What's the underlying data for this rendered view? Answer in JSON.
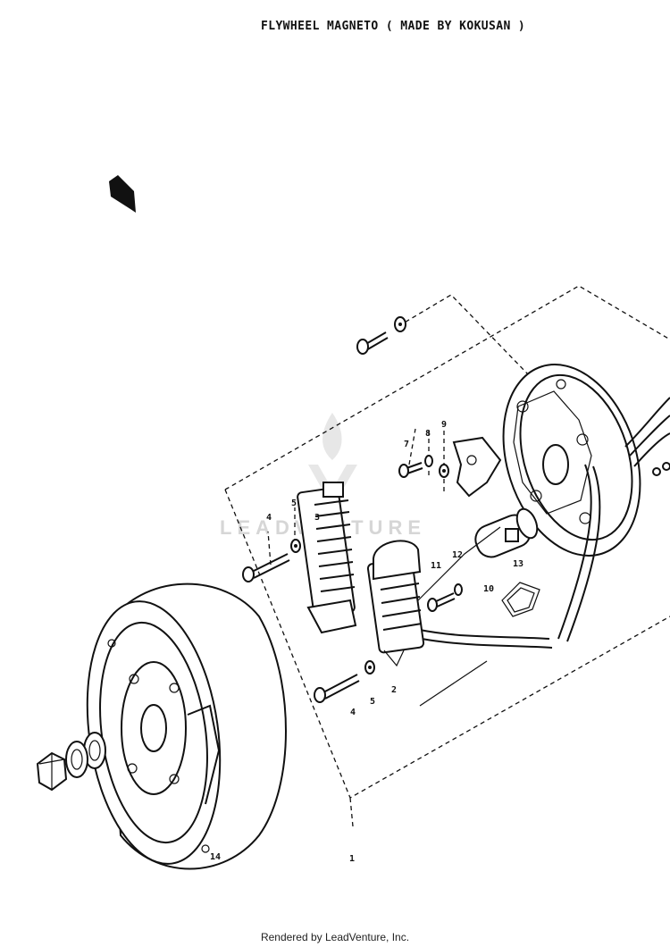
{
  "header": {
    "title": "FLYWHEEL MAGNETO ( MADE BY KOKUSAN )"
  },
  "footer": {
    "credit": "Rendered by LeadVenture, Inc."
  },
  "watermark": {
    "text": "LEADVENTURE"
  },
  "callouts": {
    "c1": "1",
    "c2": "2",
    "c3": "3",
    "c4a": "4",
    "c4b": "4",
    "c5a": "5",
    "c5b": "5",
    "c7": "7",
    "c8": "8",
    "c9": "9",
    "c10": "10",
    "c11": "11",
    "c12": "12",
    "c13": "13",
    "c14": "14"
  }
}
